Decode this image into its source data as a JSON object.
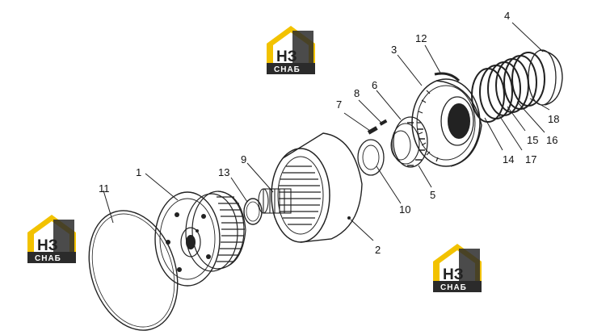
{
  "diagram": {
    "callouts": [
      {
        "id": "1",
        "label": "1"
      },
      {
        "id": "2",
        "label": "2"
      },
      {
        "id": "3",
        "label": "3"
      },
      {
        "id": "4",
        "label": "4"
      },
      {
        "id": "5",
        "label": "5"
      },
      {
        "id": "6",
        "label": "6"
      },
      {
        "id": "7",
        "label": "7"
      },
      {
        "id": "8",
        "label": "8"
      },
      {
        "id": "9",
        "label": "9"
      },
      {
        "id": "10",
        "label": "10"
      },
      {
        "id": "11",
        "label": "11"
      },
      {
        "id": "12",
        "label": "12"
      },
      {
        "id": "13",
        "label": "13"
      },
      {
        "id": "14",
        "label": "14"
      },
      {
        "id": "15",
        "label": "15"
      },
      {
        "id": "16",
        "label": "16"
      },
      {
        "id": "17",
        "label": "17"
      },
      {
        "id": "18",
        "label": "18"
      }
    ]
  },
  "watermarks": [
    {
      "top": "НЗ",
      "bottom": "СНАБ"
    },
    {
      "top": "НЗ",
      "bottom": "СНАБ"
    },
    {
      "top": "НЗ",
      "bottom": "СНАБ"
    }
  ],
  "colors": {
    "logo_accent": "#f2c200",
    "logo_dark": "#2b2b2b",
    "line": "#222222"
  }
}
